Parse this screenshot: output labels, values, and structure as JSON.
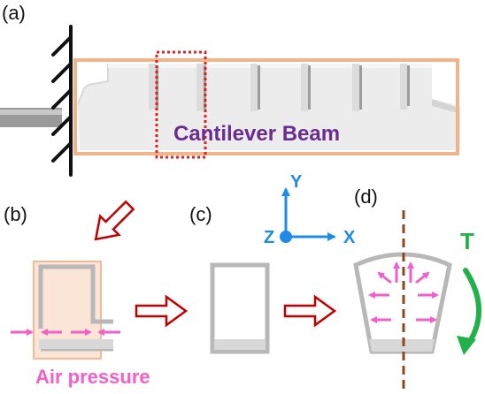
{
  "panel_labels": {
    "a": "(a)",
    "b": "(b)",
    "c": "(c)",
    "d": "(d)"
  },
  "beam_label": "Cantilever Beam",
  "air_pressure_label": "Air pressure",
  "axes": {
    "y": "Y",
    "x": "X",
    "z": "Z"
  },
  "torque_label": "T",
  "colors": {
    "beam_box": "#f0b48a",
    "dotted_box": "#e02020",
    "beam_text": "#6a2c91",
    "pink": "#f060c8",
    "axis_blue": "#1e8ce6",
    "torque_green": "#22b04a",
    "flow_arrow": "#c00000",
    "dashed_axis": "#8a4a1e",
    "wall": "#111111",
    "chamber_wall": "#b8b8b8"
  }
}
